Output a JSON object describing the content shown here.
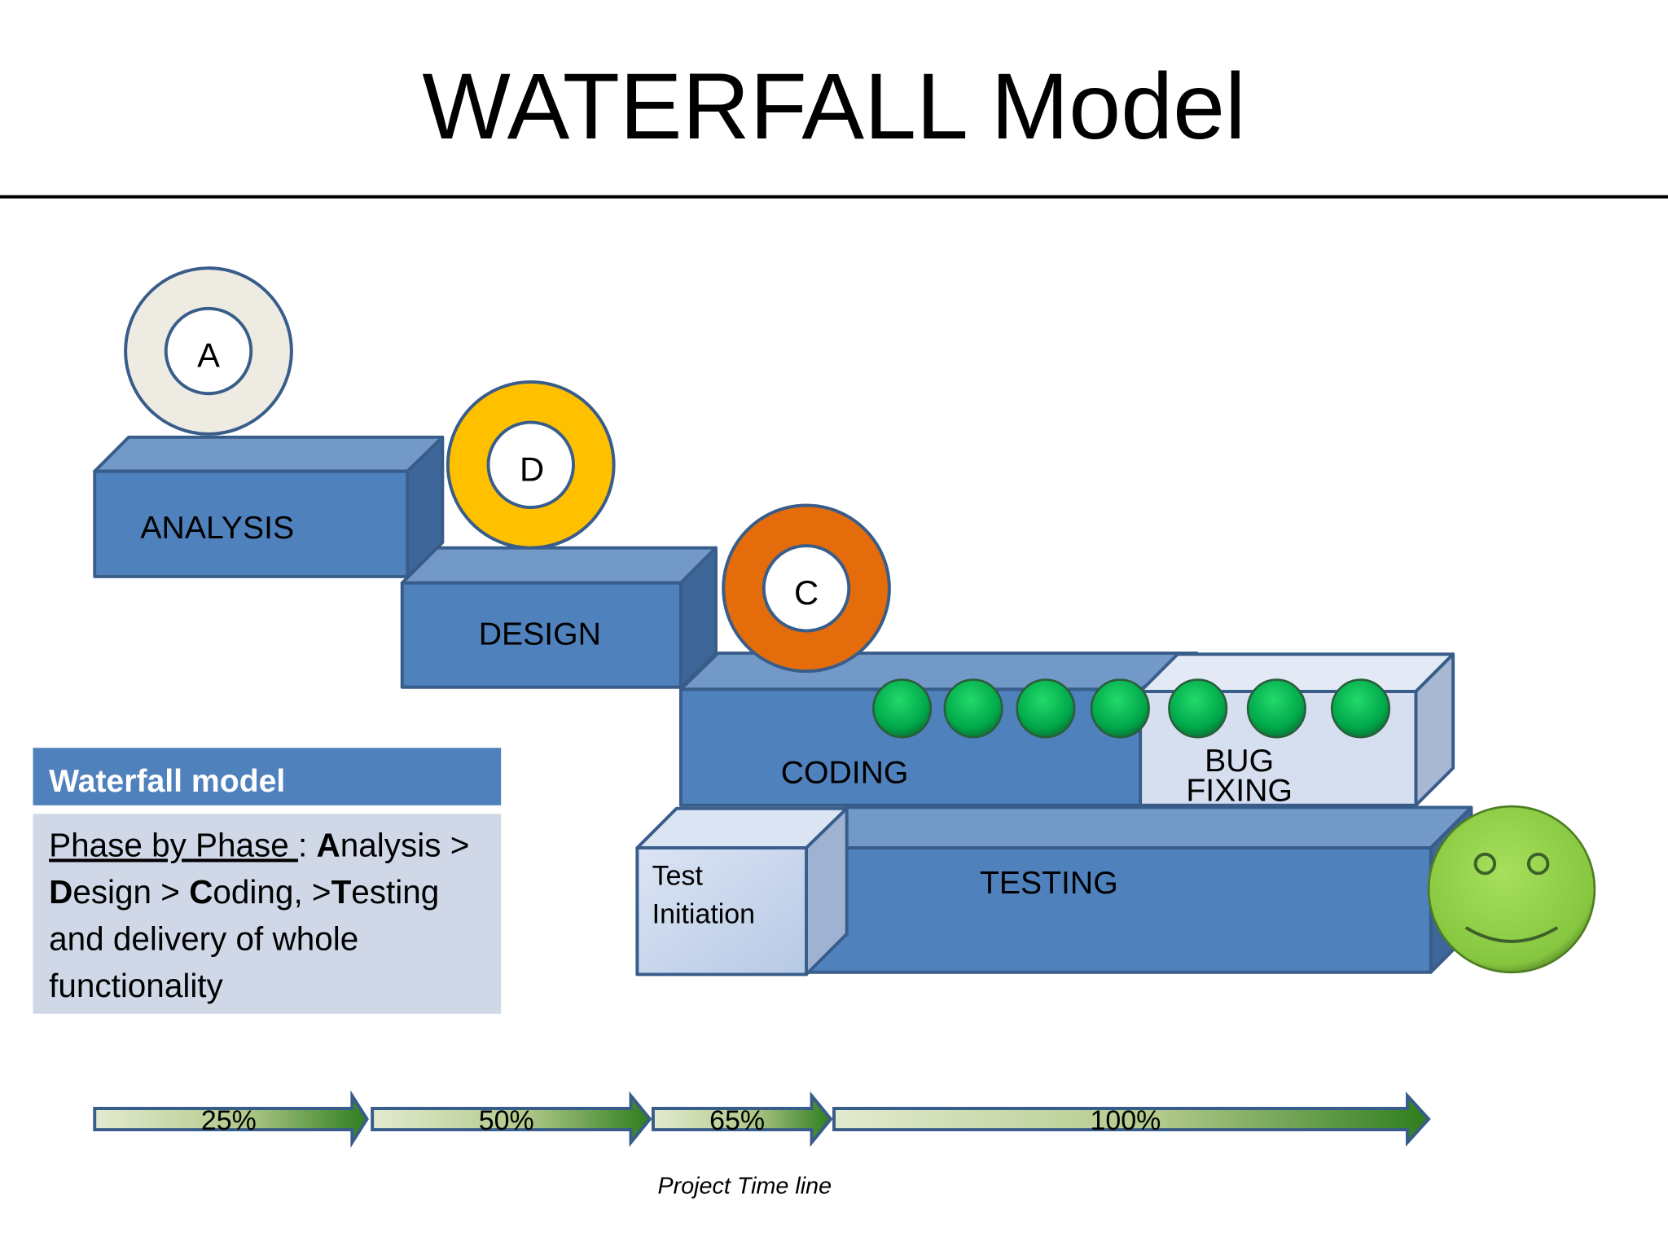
{
  "title": "WATERFALL Model",
  "phases": {
    "analysis": {
      "label": "ANALYSIS",
      "badge": "A",
      "color": "#eeebe2"
    },
    "design": {
      "label": "DESIGN",
      "badge": "D",
      "color": "#ffc000"
    },
    "coding": {
      "label": "CODING",
      "badge": "C",
      "color": "#e46c0a"
    },
    "bug_fixing": {
      "line1": "BUG",
      "line2": "FIXING"
    },
    "test_initiation": {
      "line1": "Test",
      "line2": "Initiation"
    },
    "testing": {
      "label": "TESTING"
    }
  },
  "legend": {
    "header": "Waterfall model",
    "line1": {
      "u": "Phase by Phase ",
      "t1": ": ",
      "b1": "A",
      "t2": "nalysis >"
    },
    "line2": {
      "b1": "D",
      "t1": "esign > ",
      "b2": "C",
      "t2": "oding, >",
      "b3": "T",
      "t3": "esting"
    },
    "line3": "and delivery of whole",
    "line4": "functionality"
  },
  "timeline": {
    "milestones": [
      "25%",
      "50%",
      "65%",
      "100%"
    ],
    "caption": "Project Time line"
  },
  "colors": {
    "box": "#4f81bd",
    "box_top": "#7399c9",
    "box_side": "#3f6699",
    "outline": "#385d8a",
    "light_box": "#d5dff0",
    "ball": "#00b050",
    "smiley": "#92d050"
  },
  "icons": [
    "green-ball-icon",
    "smiley-face-icon",
    "arrow-right-icon"
  ]
}
